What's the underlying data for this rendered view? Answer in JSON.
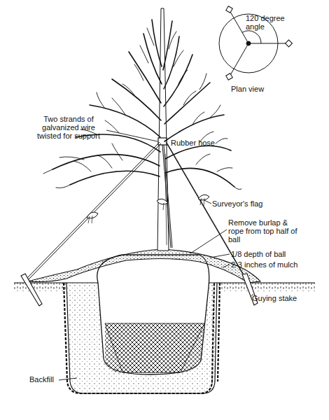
{
  "diagram": {
    "labels": [
      "120 degree angle",
      "Plan view",
      "Two strands of galvanized wire twisted for support",
      "Rubber hose",
      "Surveyor's flag",
      "Remove burlap & rope from top half of ball",
      "1/8 depth of ball",
      "2-3 inches of mulch",
      "Guying stake",
      "Backfill"
    ]
  }
}
